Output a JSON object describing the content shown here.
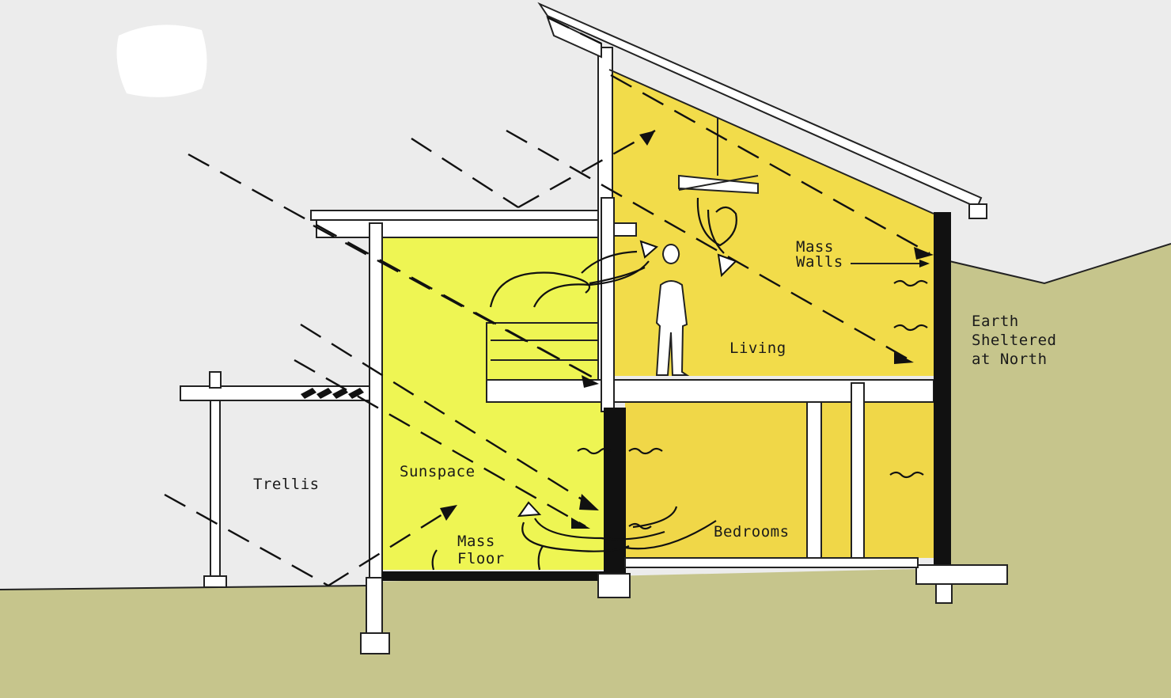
{
  "labels": {
    "trellis": "Trellis",
    "sunspace": "Sunspace",
    "mass_floor_1": "Mass",
    "mass_floor_2": "Floor",
    "bedrooms": "Bedrooms",
    "living": "Living",
    "mass_walls_1": "Mass",
    "mass_walls_2": "Walls",
    "earth_1": "Earth",
    "earth_2": "Sheltered",
    "earth_3": "at North"
  },
  "colors": {
    "sky": "#ececec",
    "ground": "#c6c58c",
    "sunspace": "#eef553",
    "living": "#f2dc4a",
    "bedrooms": "#f0d748",
    "mass": "#111111"
  }
}
